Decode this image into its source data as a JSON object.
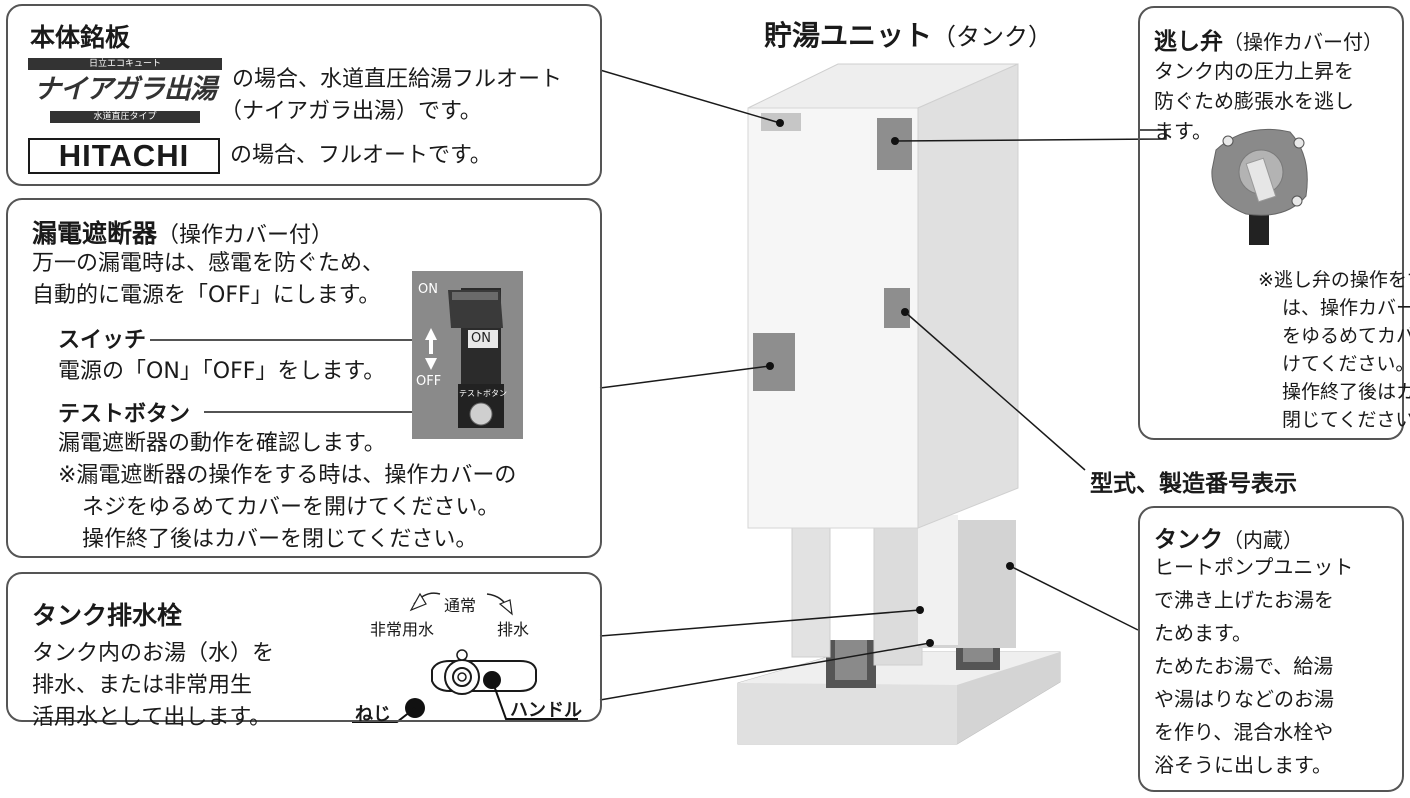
{
  "unit_title": {
    "bold": "貯湯ユニット",
    "normal": "（タンク）"
  },
  "nameplate": {
    "title": "本体銘板",
    "logo_niagara": {
      "top": "日立エコキュート",
      "main": "ナイアガラ出湯",
      "bottom": "水道直圧タイプ"
    },
    "line1": "の場合、水道直圧給湯フルオート",
    "line2": "（ナイアガラ出湯）です。",
    "logo_hitachi": "HITACHI",
    "line3": "の場合、フルオートです。"
  },
  "breaker": {
    "title": "漏電遮断器",
    "title_note": "（操作カバー付）",
    "desc1": "万一の漏電時は、感電を防ぐため、",
    "desc2": "自動的に電源を「OFF」にします。",
    "switch_title": "スイッチ",
    "switch_desc": "電源の「ON」「OFF」をします。",
    "test_title": "テストボタン",
    "test_desc": "漏電遮断器の動作を確認します。",
    "note1": "※漏電遮断器の操作をする時は、操作カバーの",
    "note2": "ネジをゆるめてカバーを開けてください。",
    "note3": "操作終了後はカバーを閉じてください。",
    "panel_on": "ON",
    "panel_off": "OFF",
    "panel_on_label": "ON",
    "panel_test_label": "テストボタン"
  },
  "drain": {
    "title": "タンク排水栓",
    "desc1": "タンク内のお湯（水）を",
    "desc2": "排水、または非常用生",
    "desc3": "活用水として出します。",
    "label_normal": "通常",
    "label_emergency": "非常用水",
    "label_drain": "排水",
    "label_screw": "ねじ",
    "label_handle": "ハンドル"
  },
  "relief": {
    "title": "逃し弁",
    "title_note": "（操作カバー付）",
    "desc1": "タンク内の圧力上昇を",
    "desc2": "防ぐため膨張水を逃し",
    "desc3": "ます。",
    "note1": "※逃し弁の操作をする時",
    "note2": "は、操作カバーのネジ",
    "note3": "をゆるめてカバーを開",
    "note4": "けてください。",
    "note5": "操作終了後はカバーを",
    "note6": "閉じてください。"
  },
  "model_label": "型式、製造番号表示",
  "tank": {
    "title": "タンク",
    "title_note": "（内蔵）",
    "lines": [
      "ヒートポンプユニット",
      "で沸き上げたお湯を",
      "ためます。",
      "ためたお湯で、給湯",
      "や湯はりなどのお湯",
      "を作り、混合水栓や",
      "浴そうに出します。"
    ]
  }
}
